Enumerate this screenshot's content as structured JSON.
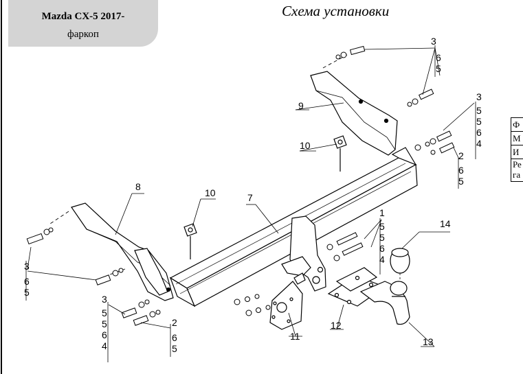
{
  "header": {
    "title": "Mazda CX-5 2017-",
    "subtitle": "фаркоп"
  },
  "diagram_title": "Схема установки",
  "callouts": {
    "c1": "1",
    "c2a": "2",
    "c2b": "2",
    "c3a": "3",
    "c3b": "3",
    "c3c": "3",
    "c3d": "3",
    "c7": "7",
    "c8": "8",
    "c9": "9",
    "c10a": "10",
    "c10b": "10",
    "c11": "11",
    "c12": "12",
    "c13": "13",
    "c14": "14"
  },
  "columns": {
    "top_right": [
      "6",
      "5"
    ],
    "right_a": [
      "5",
      "5",
      "6",
      "4"
    ],
    "right_b": [
      "6",
      "5"
    ],
    "center": [
      "5",
      "5",
      "6",
      "4"
    ],
    "left_a": [
      "6",
      "5"
    ],
    "left_b": [
      "5",
      "5",
      "6",
      "4"
    ],
    "left_c": [
      "6",
      "5"
    ]
  },
  "side_table": [
    "Ф",
    "М",
    "И",
    "Ре",
    "га"
  ]
}
